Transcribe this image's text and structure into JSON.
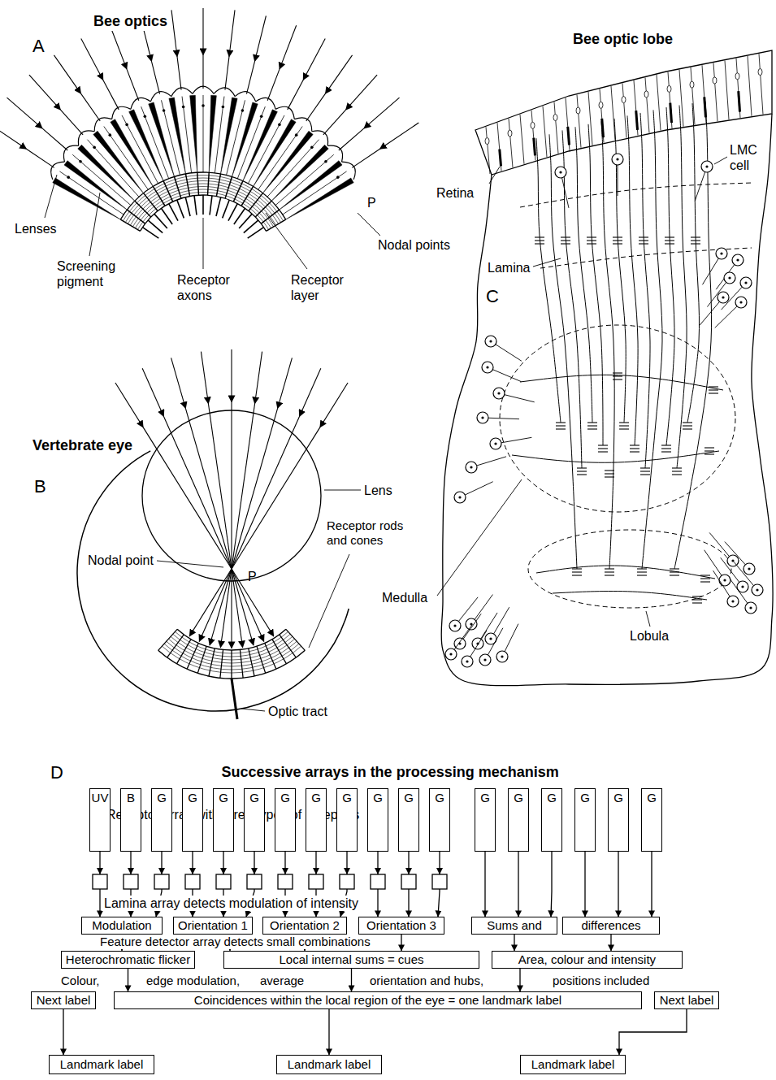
{
  "diagram": {
    "nodes": [
      {
        "text": [
          "UV"
        ]
      },
      {
        "text": [
          "B"
        ]
      },
      {
        "text": [
          "G"
        ]
      },
      {
        "text": [
          "G"
        ]
      },
      {
        "text": [
          "G"
        ]
      },
      {
        "text": [
          "G"
        ]
      },
      {
        "text": [
          "G"
        ]
      },
      {
        "text": [
          "G"
        ]
      },
      {
        "text": [
          "G"
        ]
      },
      {
        "text": [
          "G"
        ]
      },
      {
        "text": [
          "G"
        ]
      },
      {
        "text": [
          "G"
        ]
      },
      {
        "text": [
          "G"
        ]
      },
      {
        "text": [
          "G"
        ]
      },
      {
        "text": [
          "G"
        ]
      },
      {
        "text": [
          "G"
        ]
      },
      {
        "text": [
          "G"
        ]
      },
      {
        "text": [
          "G"
        ]
      },
      {
        "text": [
          "Modulation"
        ]
      },
      {
        "text": [
          "Orientation 1"
        ]
      },
      {
        "text": [
          "Orientation 2"
        ]
      },
      {
        "text": [
          "Orientation 3"
        ]
      },
      {
        "text": [
          "Sums and"
        ]
      },
      {
        "text": [
          "differences"
        ]
      },
      {
        "text": [
          "Heterochromatic flicker"
        ]
      },
      {
        "text": [
          "Local internal sums = cues"
        ]
      },
      {
        "text": [
          "Area, colour and intensity"
        ]
      },
      {
        "text": [
          "Next label"
        ]
      },
      {
        "text": [
          "Coincidences within the local region of the eye = one landmark label"
        ]
      },
      {
        "text": [
          "Next label"
        ]
      },
      {
        "text": [
          "Landmark label"
        ]
      },
      {
        "text": [
          "Landmark label"
        ]
      },
      {
        "text": [
          "Landmark label"
        ]
      }
    ],
    "edges": [
      {
        "from": 0,
        "to": 18,
        "arrow": "to"
      },
      {
        "from": 1,
        "to": 18,
        "arrow": "to"
      },
      {
        "from": 2,
        "to": 18,
        "arrow": "to"
      },
      {
        "from": 3,
        "to": 19,
        "arrow": "to"
      },
      {
        "from": 4,
        "to": 19,
        "arrow": "to"
      },
      {
        "from": 5,
        "to": 19,
        "arrow": "to"
      },
      {
        "from": 6,
        "to": 20,
        "arrow": "to"
      },
      {
        "from": 7,
        "to": 20,
        "arrow": "to"
      },
      {
        "from": 8,
        "to": 20,
        "arrow": "to"
      },
      {
        "from": 9,
        "to": 21,
        "arrow": "to"
      },
      {
        "from": 10,
        "to": 21,
        "arrow": "to"
      },
      {
        "from": 11,
        "to": 21,
        "arrow": "to"
      },
      {
        "from": 12,
        "to": 22,
        "arrow": "to"
      },
      {
        "from": 13,
        "to": 22,
        "arrow": "to"
      },
      {
        "from": 14,
        "to": 22,
        "arrow": "to"
      },
      {
        "from": 15,
        "to": 23,
        "arrow": "to"
      },
      {
        "from": 16,
        "to": 23,
        "arrow": "to"
      },
      {
        "from": 17,
        "to": 23,
        "arrow": "to"
      },
      {
        "from": 18,
        "to": 24,
        "arrow": "to"
      },
      {
        "from": 19,
        "to": 25,
        "arrow": "to"
      },
      {
        "from": 20,
        "to": 25,
        "arrow": "to"
      },
      {
        "from": 21,
        "to": 25,
        "arrow": "to"
      },
      {
        "from": 22,
        "to": 26,
        "arrow": "to"
      },
      {
        "from": 23,
        "to": 26,
        "arrow": "to"
      },
      {
        "from": 24,
        "to": 28,
        "arrow": "to"
      },
      {
        "from": 25,
        "to": 28,
        "arrow": "to"
      },
      {
        "from": 26,
        "to": 28,
        "arrow": "to"
      },
      {
        "from": 27,
        "to": 30,
        "arrow": "to"
      },
      {
        "from": 28,
        "to": 31,
        "arrow": "to"
      },
      {
        "from": 29,
        "to": 32,
        "arrow": "to"
      }
    ],
    "labels": [
      "A",
      "Bee optics",
      "Lenses",
      "Screening pigment",
      "Receptor axons",
      "Receptor layer",
      "Nodal points",
      "P",
      "Bee optic lobe",
      "C",
      "Retina",
      "LMC cell",
      "Lamina",
      "Medulla",
      "Lobula",
      "Vertebrate eye",
      "B",
      "Lens",
      "Nodal point",
      "P",
      "Receptor rods and cones",
      "Optic tract",
      "D",
      "Successive arrays in the processing mechanism",
      "Receptor array with three types of receptors",
      "Lamina array detects modulation of intensity",
      "Feature detector array detects small combinations",
      "Colour,",
      "edge modulation,",
      "average",
      "orientation and hubs,",
      "positions included"
    ]
  }
}
